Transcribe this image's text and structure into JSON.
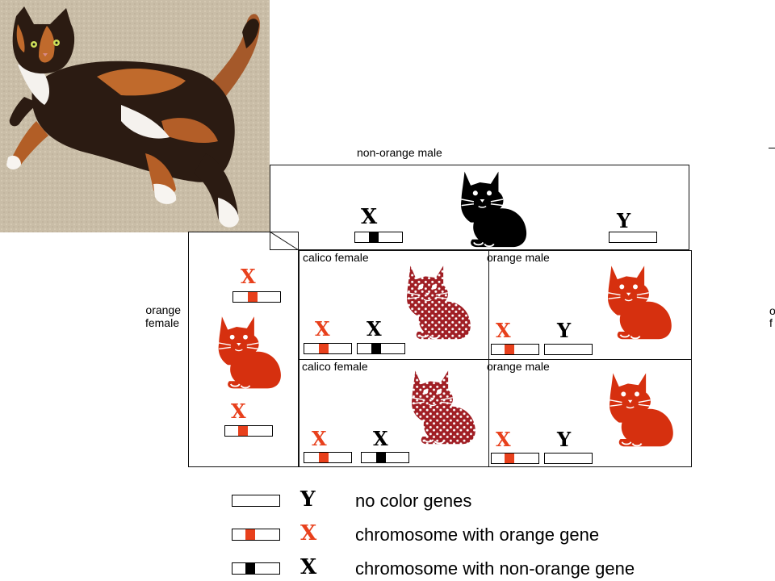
{
  "labels": {
    "top_parent": "non-orange male",
    "left_parent_line1": "orange",
    "left_parent_line2": "female",
    "right_edge_line1": "o",
    "right_edge_line2": "f",
    "cell_tl": "calico female",
    "cell_tr": "orange male",
    "cell_bl": "calico female",
    "cell_br": "orange male"
  },
  "letters": {
    "x": "X",
    "y": "Y"
  },
  "legend": [
    {
      "text": "no color genes",
      "chrom": "blank",
      "letter": "Y",
      "letter_color": "#000000"
    },
    {
      "text": "chromosome with orange gene",
      "chrom": "orange",
      "letter": "X",
      "letter_color": "#e8401c"
    },
    {
      "text": "chromosome with non-orange gene",
      "chrom": "black",
      "letter": "X",
      "letter_color": "#000000"
    }
  ],
  "colors": {
    "orange_gene": "#e8401c",
    "non_orange_gene": "#000000",
    "orange_cat": "#d6300f",
    "calico_cat": "#9a1c22",
    "black_cat": "#000000"
  },
  "icons": {
    "photo": "calico-cat-photo",
    "black_cat": "black-cat-icon",
    "orange_cat": "orange-cat-icon",
    "calico_cat": "calico-cat-icon"
  }
}
